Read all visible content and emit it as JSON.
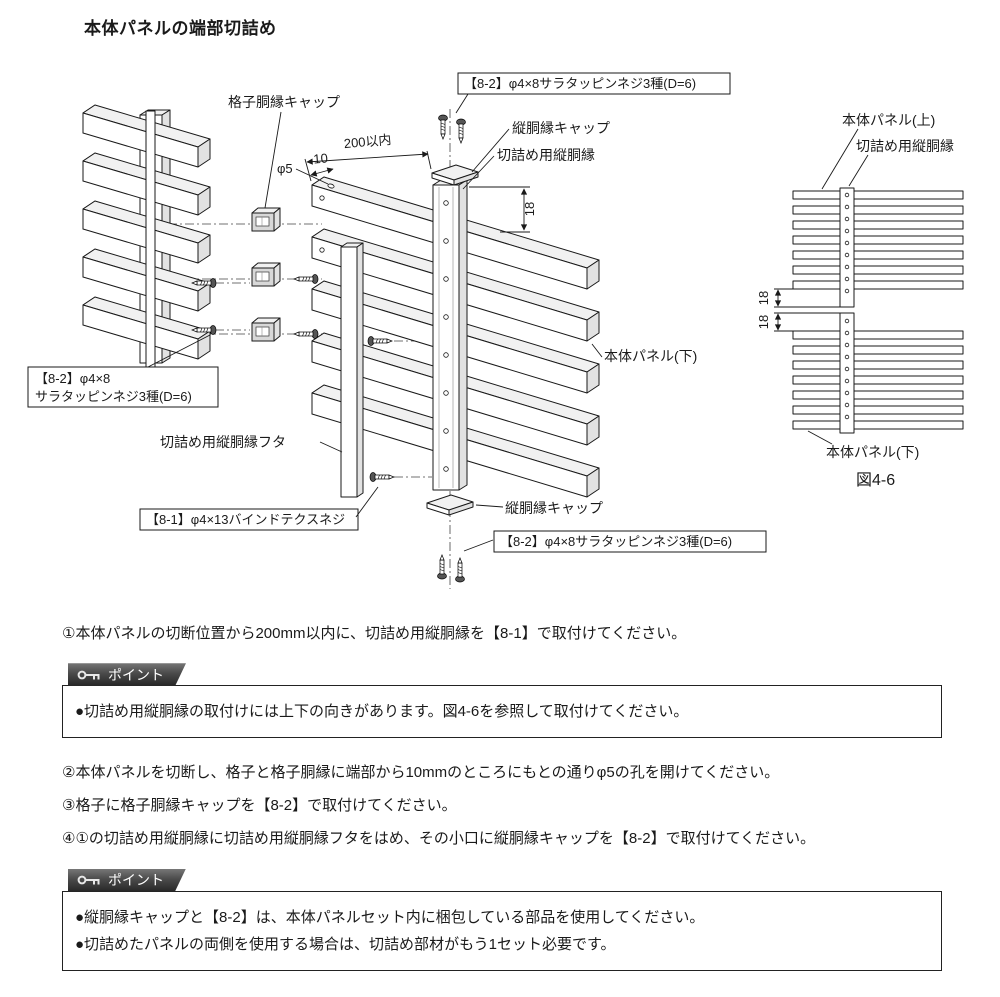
{
  "page": {
    "title": "本体パネルの端部切詰め"
  },
  "colors": {
    "text": "#1a1a1a",
    "line": "#1a1a1a",
    "point_tab_bg": "#3a3a3a"
  },
  "icons": {
    "point_header_icon": "key-icon"
  },
  "diagram": {
    "labels": {
      "koshi_cap": "格子胴縁キャップ",
      "screw82_top": "【8-2】φ4×8サラタッピンネジ3種(D=6)",
      "tate_cap_top": "縦胴縁キャップ",
      "kiritsume_tate": "切詰め用縦胴縁",
      "panel_lower": "本体パネル(下)",
      "screw82_left_1": "【8-2】φ4×8",
      "screw82_left_2": "サラタッピンネジ3種(D=6)",
      "kiritsume_futa": "切詰め用縦胴縁フタ",
      "screw81": "【8-1】φ4×13バインドテクスネジ",
      "tate_cap_bottom": "縦胴縁キャップ",
      "screw82_bottom": "【8-2】φ4×8サラタッピンネジ3種(D=6)"
    },
    "dimensions": {
      "within200": "200以内",
      "ten": "10",
      "phi5": "φ5",
      "eighteen": "18"
    },
    "figure": {
      "panel_upper": "本体パネル(上)",
      "kiritsume_tate": "切詰め用縦胴縁",
      "dim18_upper": "18",
      "dim18_lower": "18",
      "panel_lower": "本体パネル(下)",
      "caption": "図4-6"
    }
  },
  "steps": {
    "step1": "①本体パネルの切断位置から200mm以内に、切詰め用縦胴縁を【8-1】で取付けてください。",
    "step2": "②本体パネルを切断し、格子と格子胴縁に端部から10mmのところにもとの通りφ5の孔を開けてください。",
    "step3": "③格子に格子胴縁キャップを【8-2】で取付けてください。",
    "step4": "④①の切詰め用縦胴縁に切詰め用縦胴縁フタをはめ、その小口に縦胴縁キャップを【8-2】で取付けてください。"
  },
  "points": [
    {
      "header": "ポイント",
      "items": [
        "●切詰め用縦胴縁の取付けには上下の向きがあります。図4-6を参照して取付けてください。"
      ]
    },
    {
      "header": "ポイント",
      "items": [
        "●縦胴縁キャップと【8-2】は、本体パネルセット内に梱包している部品を使用してください。",
        "●切詰めたパネルの両側を使用する場合は、切詰め部材がもう1セット必要です。"
      ]
    }
  ]
}
